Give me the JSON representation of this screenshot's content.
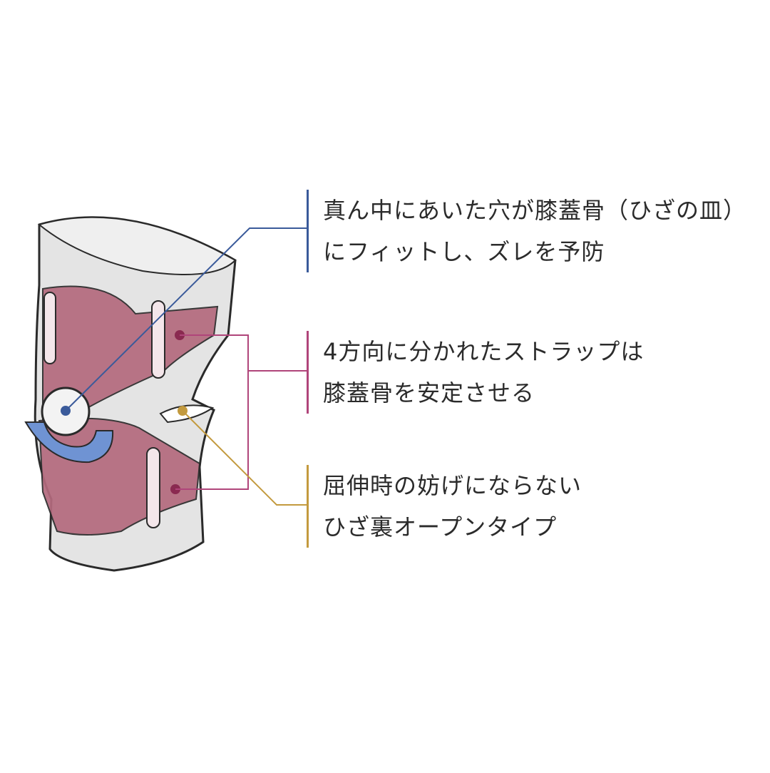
{
  "colors": {
    "patella": "#3a5a9a",
    "strap": "#b0457a",
    "open_back": "#c39a3e",
    "strap_fill": "#b46a7e",
    "cushion": "#6f93d3"
  },
  "callouts": [
    {
      "lines": [
        "真ん中にあいた穴が膝蓋骨（ひざの皿）",
        "にフィットし、ズレを予防"
      ]
    },
    {
      "lines": [
        "4方向に分かれたストラップは",
        "膝蓋骨を安定させる"
      ]
    },
    {
      "lines": [
        "屈伸時の妨げにならない",
        "ひざ裏オープンタイプ"
      ]
    }
  ]
}
